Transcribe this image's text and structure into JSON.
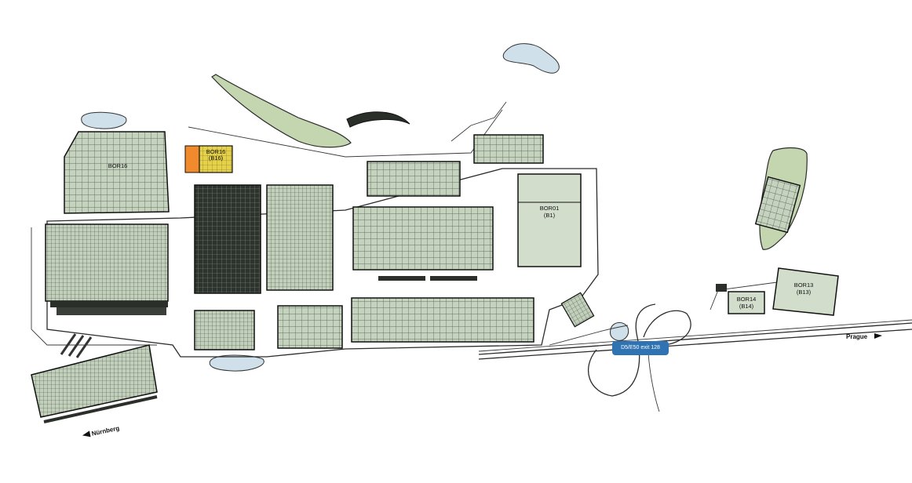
{
  "map": {
    "buildings": {
      "bor01": {
        "code": "BOR01",
        "sub": "(B1)"
      },
      "bor13": {
        "code": "BOR13",
        "sub": "(B13)"
      },
      "bor14": {
        "code": "BOR14",
        "sub": "(B14)"
      },
      "bor16": {
        "code": "BOR16",
        "sub": "(B16)"
      }
    },
    "highway_badge": "D5/E50 exit 128",
    "directions": {
      "prague": "Prague",
      "nurnberg": "Nürnberg"
    }
  },
  "colors": {
    "building_fill": "#c9d6c2",
    "green_area": "#c4d6b0",
    "water": "#cfe0ea",
    "highlight_orange": "#f08a2c",
    "highlight_yellow": "#e6d24a",
    "badge_blue": "#2f73b3"
  }
}
